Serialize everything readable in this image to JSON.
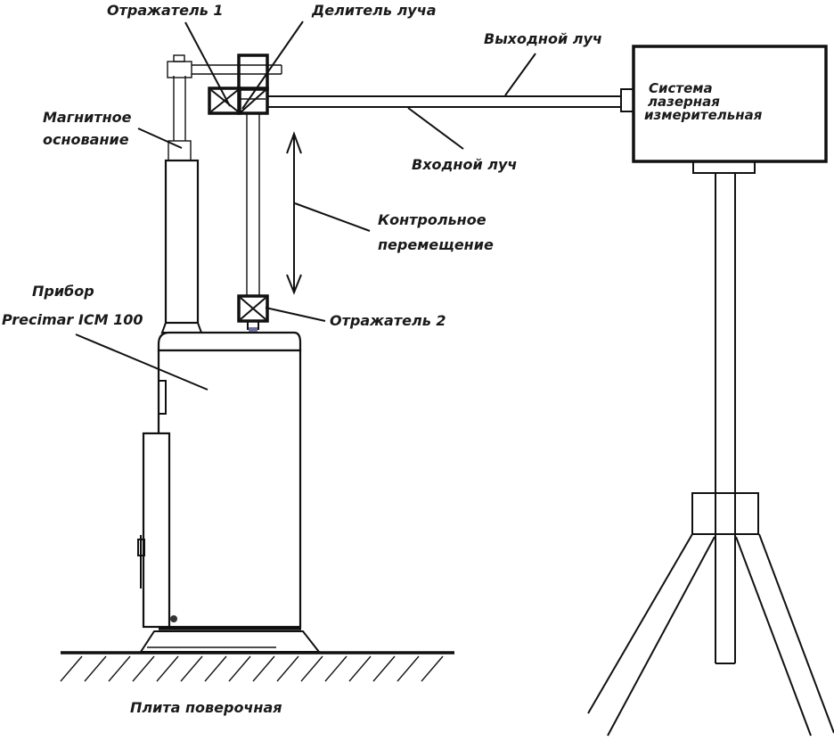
{
  "diagram": {
    "title": "Схема поверки прибора Precimar ICM 100 с лазерной измерительной системой",
    "labels": {
      "reflector1": "Отражатель  1",
      "beam_splitter": "Делитель луча",
      "output_beam": "Выходной луч",
      "input_beam": "Входной луч",
      "laser_system_line1": "Система",
      "laser_system_line2": "лазерная",
      "laser_system_line3": "измерительная",
      "magnetic_base_line1": "Магнитное",
      "magnetic_base_line2": "основание",
      "control_movement_line1": "Контрольное",
      "control_movement_line2": "перемещение",
      "instrument_line1": "Прибор",
      "instrument_line2": "Precimar ICM 100",
      "reflector2": "Отражатель  2",
      "surface_plate": "Плита поверочная"
    }
  }
}
